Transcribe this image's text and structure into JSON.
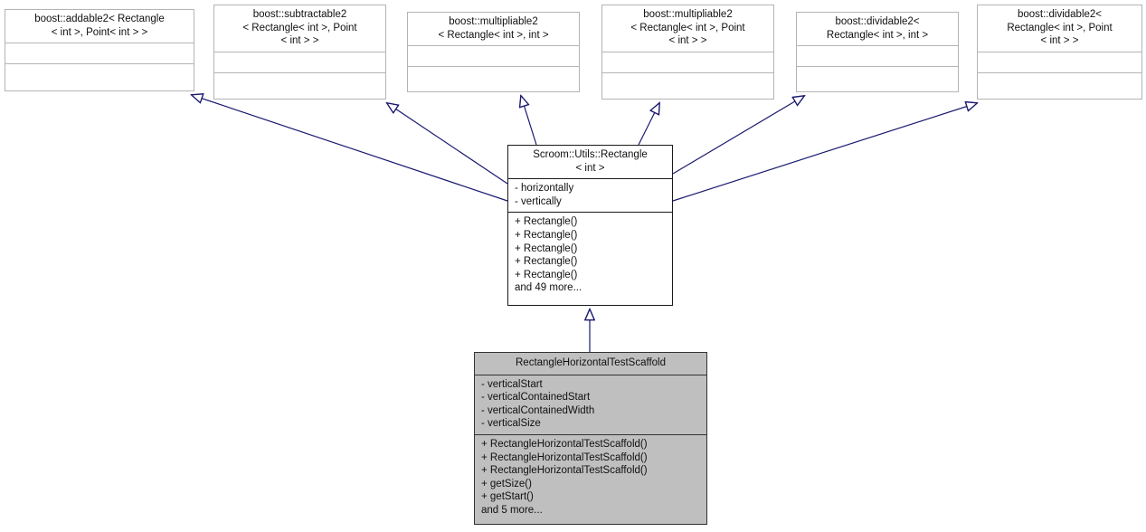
{
  "diagram": {
    "kind": "uml-inheritance-graph",
    "title": "Scroom::Utils::Rectangle< int > inheritance graph",
    "edge_color": "#191970",
    "base_node_border": "#b4b4b4",
    "focus_node_border": "#1a1a1a",
    "derived_node_fill": "#bfbfbf",
    "background": "#ffffff"
  },
  "nodes": [
    {
      "id": "addable2",
      "name": "boost::addable2< Rectangle< int >, Point< int > >",
      "title": "boost::addable2< Rectangle\n< int >, Point< int > >",
      "attributes": "",
      "operations": "",
      "role": "base"
    },
    {
      "id": "subtractable2",
      "name": "boost::subtractable2< Rectangle< int >, Point< int > >",
      "title": "boost::subtractable2\n< Rectangle< int >, Point\n< int > >",
      "attributes": "",
      "operations": "",
      "role": "base"
    },
    {
      "id": "multipliable2-int",
      "name": "boost::multipliable2< Rectangle< int >, int >",
      "title": "boost::multipliable2\n< Rectangle< int >, int >",
      "attributes": "",
      "operations": "",
      "role": "base"
    },
    {
      "id": "multipliable2-point",
      "name": "boost::multipliable2< Rectangle< int >, Point< int > >",
      "title": "boost::multipliable2\n< Rectangle< int >, Point\n< int > >",
      "attributes": "",
      "operations": "",
      "role": "base"
    },
    {
      "id": "dividable2-int",
      "name": "boost::dividable2< Rectangle< int >, int >",
      "title": "boost::dividable2<\nRectangle< int >, int >",
      "attributes": "",
      "operations": "",
      "role": "base"
    },
    {
      "id": "dividable2-point",
      "name": "boost::dividable2< Rectangle< int >, Point< int > >",
      "title": "boost::dividable2<\nRectangle< int >, Point\n< int > >",
      "attributes": "",
      "operations": "",
      "role": "base"
    },
    {
      "id": "rectangle",
      "name": "Scroom::Utils::Rectangle< int >",
      "title": "Scroom::Utils::Rectangle\n< int >",
      "attributes": "- horizontally\n- vertically",
      "operations": "+ Rectangle()\n+ Rectangle()\n+ Rectangle()\n+ Rectangle()\n+ Rectangle()\nand 49 more...",
      "role": "focus"
    },
    {
      "id": "scaffold",
      "name": "RectangleHorizontalTestScaffold",
      "title": "RectangleHorizontalTestScaffold",
      "attributes": "- verticalStart\n- verticalContainedStart\n- verticalContainedWidth\n- verticalSize",
      "operations": "+ RectangleHorizontalTestScaffold()\n+ RectangleHorizontalTestScaffold()\n+ RectangleHorizontalTestScaffold()\n+ getSize()\n+ getStart()\nand 5 more...",
      "role": "derived"
    }
  ],
  "edges": [
    {
      "from": "rectangle",
      "to": "addable2",
      "kind": "inheritance"
    },
    {
      "from": "rectangle",
      "to": "subtractable2",
      "kind": "inheritance"
    },
    {
      "from": "rectangle",
      "to": "multipliable2-int",
      "kind": "inheritance"
    },
    {
      "from": "rectangle",
      "to": "multipliable2-point",
      "kind": "inheritance"
    },
    {
      "from": "rectangle",
      "to": "dividable2-int",
      "kind": "inheritance"
    },
    {
      "from": "rectangle",
      "to": "dividable2-point",
      "kind": "inheritance"
    },
    {
      "from": "scaffold",
      "to": "rectangle",
      "kind": "inheritance"
    }
  ]
}
